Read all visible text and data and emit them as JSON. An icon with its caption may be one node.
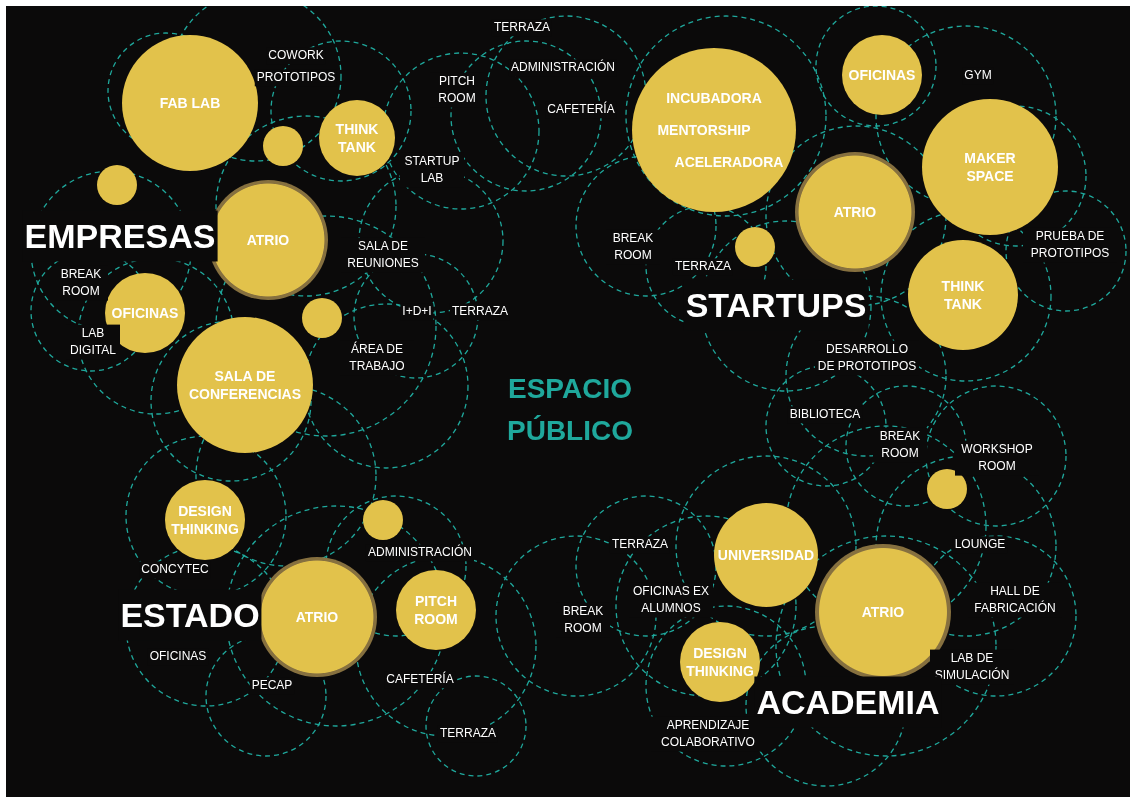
{
  "diagram": {
    "nodes": [
      {
        "text": [
          "FAB LAB"
        ]
      },
      {
        "text": [],
        "shape": "circle"
      },
      {
        "text": [
          "THINK TANK"
        ]
      },
      {
        "text": [],
        "shape": "circle"
      },
      {
        "text": [
          "ATRIO"
        ]
      },
      {
        "text": [
          "OFICINAS"
        ]
      },
      {
        "text": [],
        "shape": "circle"
      },
      {
        "text": [
          "SALA DE CONFERENCIAS"
        ]
      },
      {
        "text": [
          "INCUBADORA",
          "MENTORSHIP",
          "ACELERADORA"
        ]
      },
      {
        "text": [
          "OFICINAS"
        ]
      },
      {
        "text": [
          "MAKER SPACE"
        ]
      },
      {
        "text": [
          "ATRIO"
        ]
      },
      {
        "text": [],
        "shape": "circle"
      },
      {
        "text": [
          "THINK TANK"
        ]
      },
      {
        "text": [
          "DESIGN THINKING"
        ]
      },
      {
        "text": [],
        "shape": "circle"
      },
      {
        "text": [
          "ATRIO"
        ]
      },
      {
        "text": [
          "PITCH ROOM"
        ]
      },
      {
        "text": [
          "UNIVERSIDAD"
        ]
      },
      {
        "text": [],
        "shape": "circle"
      },
      {
        "text": [
          "ATRIO"
        ]
      },
      {
        "text": [
          "DESIGN THINKING"
        ]
      }
    ],
    "labels": [
      "TERRAZA",
      "COWORK",
      "PROTOTIPOS",
      "ADMINISTRACIÓN",
      "PITCH ROOM",
      "GYM",
      "CAFETERÍA",
      "STARTUP LAB",
      "EMPRESAS",
      "SALA DE REUNIONES",
      "BREAK ROOM",
      "TERRAZA",
      "PRUEBA DE PROTOTIPOS",
      "BREAK ROOM",
      "STARTUPS",
      "I+D+I",
      "TERRAZA",
      "LAB DIGITAL",
      "ÁREA DE TRABAJO",
      "DESARROLLO DE PROTOTIPOS",
      "ESPACIO PÚBLICO",
      "BIBLIOTECA",
      "BREAK ROOM",
      "WORKSHOP ROOM",
      "CONCYTEC",
      "ADMINISTRACIÓN",
      "TERRAZA",
      "LOUNGE",
      "ESTADO",
      "OFICINAS EX ALUMNOS",
      "BREAK ROOM",
      "HALL DE FABRICACIÓN",
      "OFICINAS",
      "LAB DE SIMULACIÓN",
      "PECAP",
      "CAFETERÍA",
      "ACADEMIA",
      "APRENDIZAJE COLABORATIVO",
      "TERRAZA"
    ]
  }
}
